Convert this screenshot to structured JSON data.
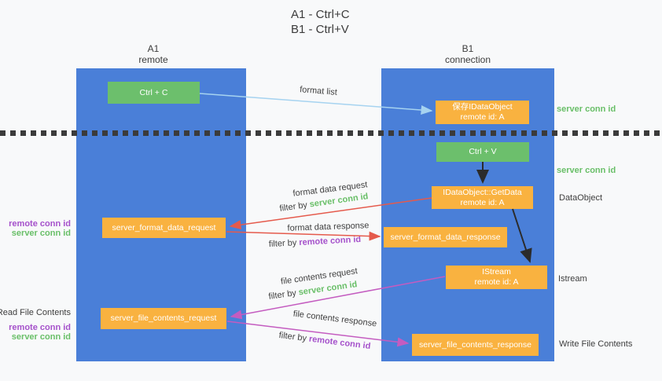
{
  "title": {
    "line1": "A1 - Ctrl+C",
    "line2": "B1 - Ctrl+V"
  },
  "lanes": {
    "left": {
      "name": "A1",
      "role": "remote"
    },
    "right": {
      "name": "B1",
      "role": "connection"
    }
  },
  "nodes": {
    "ctrl_c": {
      "label": "Ctrl + C"
    },
    "save_dataobject": {
      "line1": "保存IDataObject",
      "line2": "remote id: A"
    },
    "ctrl_v": {
      "label": "Ctrl + V"
    },
    "getdata": {
      "line1": "IDataObject::GetData",
      "line2": "remote id: A"
    },
    "format_request": {
      "label": "server_format_data_request"
    },
    "format_response": {
      "label": "server_format_data_response"
    },
    "istream": {
      "line1": "IStream",
      "line2": "remote id: A"
    },
    "file_request": {
      "label": "server_file_contents_request"
    },
    "file_response": {
      "label": "server_file_contents_response"
    }
  },
  "edge_labels": {
    "format_list": "format list",
    "format_data_request": "format data request",
    "format_data_request_filter": {
      "prefix": "filter by ",
      "key": "server conn id"
    },
    "format_data_response": "format data response",
    "format_data_response_filter": {
      "prefix": "filter by ",
      "key": "remote conn id"
    },
    "file_contents_request": "file contents request",
    "file_contents_request_filter": {
      "prefix": "filter by ",
      "key": "server conn id"
    },
    "file_contents_response": "file contents response",
    "file_contents_response_filter": {
      "prefix": "filter by ",
      "key": "remote conn id"
    }
  },
  "annotations": {
    "right": {
      "server_conn_id_top": "server conn id",
      "server_conn_id_mid": "server conn id",
      "dataobject": "DataObject",
      "istream": "Istream",
      "write_file_contents": "Write File Contents"
    },
    "left": {
      "format_remote_conn_id": "remote conn id",
      "format_server_conn_id": "server conn id",
      "read_file_contents": "Read File Contents",
      "file_remote_conn_id": "remote conn id",
      "file_server_conn_id": "server conn id"
    }
  },
  "colors": {
    "background": "#f8f9fa",
    "lane_blue": "#4a7fd8",
    "box_green": "#6cbf6c",
    "box_orange": "#f9b240",
    "arrow_light_blue": "#a6d3f0",
    "arrow_red": "#e55a4c",
    "arrow_magenta": "#c45cc0",
    "arrow_black": "#2b2b2b",
    "text_green": "#69bf68",
    "text_purple": "#a551cb",
    "text_dark": "#3d3d3d"
  }
}
